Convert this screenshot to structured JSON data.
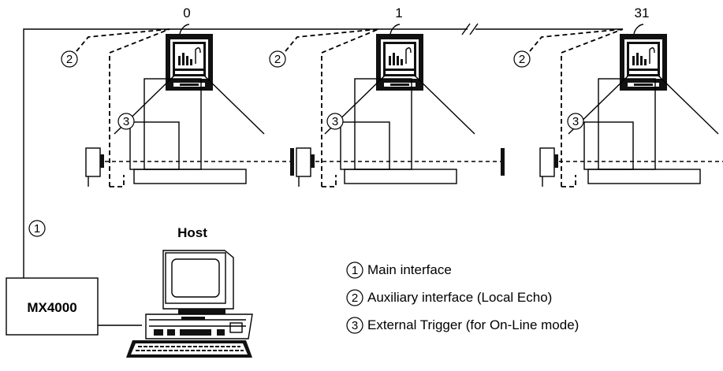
{
  "diagram": {
    "scanner_ids": [
      "0",
      "1",
      "31"
    ],
    "host_label": "Host",
    "controller_label": "MX4000",
    "callout_1": "1",
    "callout_2": "2",
    "callout_3": "3",
    "legend": [
      {
        "num": "1",
        "text": "Main interface"
      },
      {
        "num": "2",
        "text": "Auxiliary interface (Local Echo)"
      },
      {
        "num": "3",
        "text": "External Trigger (for On-Line mode)"
      }
    ]
  }
}
